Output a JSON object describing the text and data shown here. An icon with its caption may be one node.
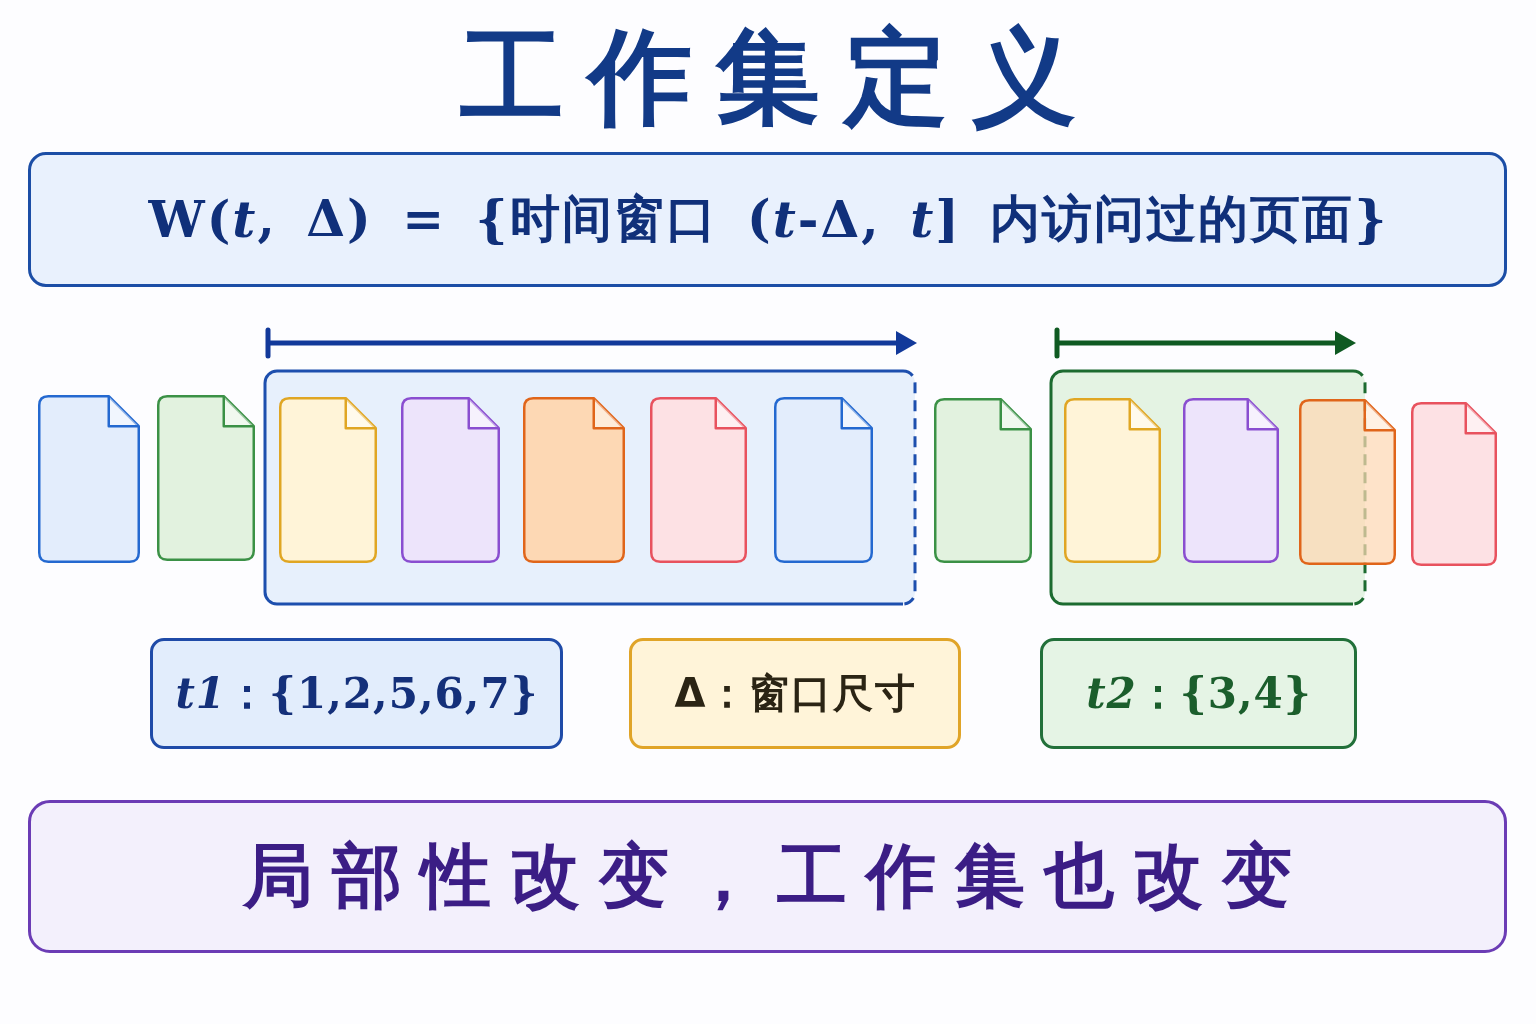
{
  "diagram": {
    "title": "工作集定义",
    "nodes": [
      {
        "text": [
          "W(*t*, Δ) = {时间窗口 (*t*-Δ, *t*] 内访问过的页面}"
        ]
      },
      {
        "text": [
          "*t1*：{1,2,5,6,7}"
        ]
      },
      {
        "text": [
          "Δ：窗口尺寸"
        ]
      },
      {
        "text": [
          "*t2*：{3,4}"
        ]
      },
      {
        "text": [
          "局部性改变，工作集也改变"
        ]
      }
    ]
  }
}
